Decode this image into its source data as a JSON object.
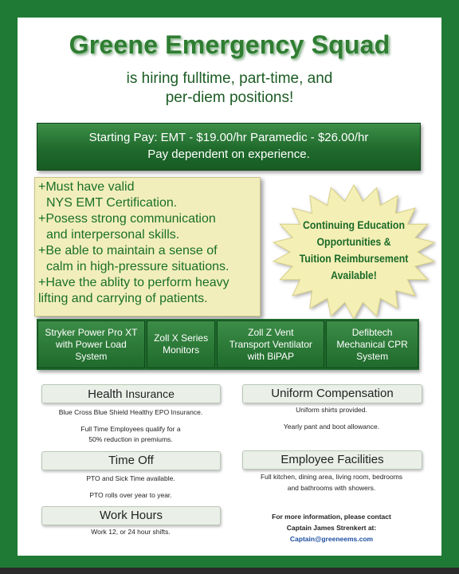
{
  "title": "Greene Emergency Squad",
  "subtitle": [
    "is hiring fulltime, part-time, and",
    "per-diem positions!"
  ],
  "pay": {
    "line1": "Starting Pay: EMT - $19.00/hr Paramedic - $26.00/hr",
    "line2": "Pay dependent on experience."
  },
  "requirements": [
    "+Must have valid",
    "  NYS EMT Certification.",
    "+Posess strong communication",
    "  and interpersonal skills.",
    "+Be able to maintain a sense of",
    "  calm in high-pressure situations.",
    "+Have the ablity to perform heavy",
    "lifting and carrying of patients."
  ],
  "burst": [
    "Continuing Education",
    "Opportunities &",
    "Tuition Reimbursement",
    "Available!"
  ],
  "equipment": [
    [
      "Stryker Power Pro XT",
      "with Power Load",
      "System"
    ],
    [
      "Zoll X Series",
      "Monitors"
    ],
    [
      "Zoll Z Vent",
      "Transport Ventilator",
      "with BiPAP"
    ],
    [
      "Defibtech",
      "Mechanical CPR",
      "System"
    ]
  ],
  "benefits": {
    "health": {
      "label_bold": "Health",
      "label_rest": " Insurance",
      "lines": [
        "Blue Cross Blue Shield Healthy EPO Insurance."
      ],
      "lines2": [
        "Full Time Employees qualify for a",
        "50% reduction in premiums."
      ]
    },
    "uniform": {
      "label": "Uniform Compensation",
      "line1": "Uniform shirts provided.",
      "line2": "Yearly pant and boot allowance."
    },
    "timeoff": {
      "label": "Time Off",
      "line1": "PTO and Sick Time available.",
      "line2": "PTO rolls over year to year."
    },
    "facilities": {
      "label": "Employee Facilities",
      "lines": [
        "Full kitchen, dining area, living room, bedrooms",
        "and bathrooms with showers."
      ]
    },
    "workhours": {
      "label": "Work Hours",
      "line1": "Work 12,  or 24 hour shifts."
    }
  },
  "contact": {
    "line1": "For more information, please contact",
    "line2": "Captain James Strenkert at:",
    "email": "Captain@greeneems.com"
  },
  "colors": {
    "border_green": "#1f7a35",
    "title_green": "#2f7d32",
    "banner_green": "#1f6a2c",
    "note_yellow": "#f2eebb",
    "burst_yellow": "#f4efb5"
  }
}
